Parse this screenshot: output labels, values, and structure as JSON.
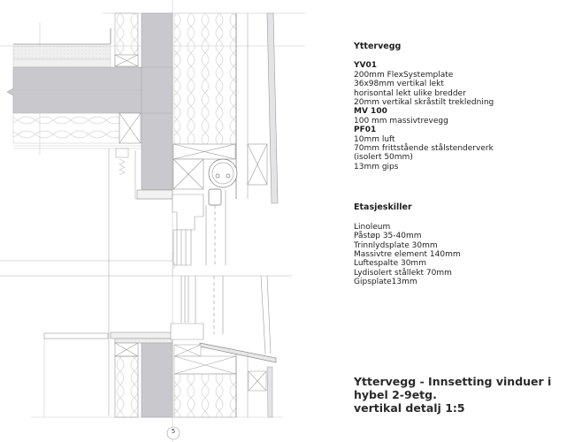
{
  "drawing": {
    "detail_marker": "5",
    "colors": {
      "concrete": "#c8c8cc",
      "line": "#9a9a9a",
      "light_line": "#cfcfcf",
      "insulation": "#d8d8d8"
    }
  },
  "notes": {
    "yttervegg": {
      "heading": "Yttervegg",
      "groups": [
        {
          "code": "YV01",
          "lines": [
            "200mm FlexSystemplate",
            "36x98mm vertikal lekt",
            "horisontal lekt ulike bredder",
            "20mm vertikal skråstilt trekledning"
          ]
        },
        {
          "code": "MV 100",
          "lines": [
            "100 mm massivtrevegg"
          ]
        },
        {
          "code": "PF01",
          "lines": [
            "10mm luft",
            "70mm frittstående stålstenderverk",
            "(isolert 50mm)",
            "13mm gips"
          ]
        }
      ]
    },
    "etasjeskiller": {
      "heading": "Etasjeskiller",
      "lines": [
        "Linoleum",
        "Påstøp 35-40mm",
        "Trinnlydsplate 30mm",
        "Massivtre element 140mm",
        "Luftespalte 30mm",
        "Lydisolert stållekt 70mm",
        "Gipsplate13mm"
      ]
    }
  },
  "title": {
    "line1": "Yttervegg - Innsetting vinduer i hybel 2-9etg.",
    "line2": "vertikal detalj 1:5"
  }
}
